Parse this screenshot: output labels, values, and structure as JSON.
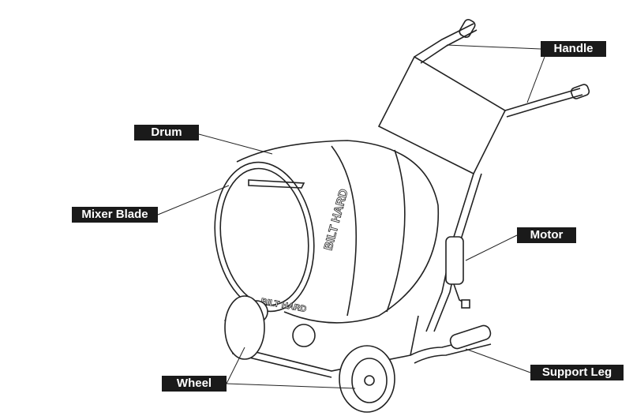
{
  "labels": {
    "handle": "Handle",
    "drum": "Drum",
    "mixer_blade": "Mixer Blade",
    "motor": "Motor",
    "support_leg": "Support Leg",
    "wheel": "Wheel"
  },
  "drum_brand": "BILT HARD",
  "drum_brand_lower": "BILT HARD",
  "colors": {
    "label_bg": "#1a1a1a",
    "label_text": "#ffffff",
    "line": "#222222"
  }
}
